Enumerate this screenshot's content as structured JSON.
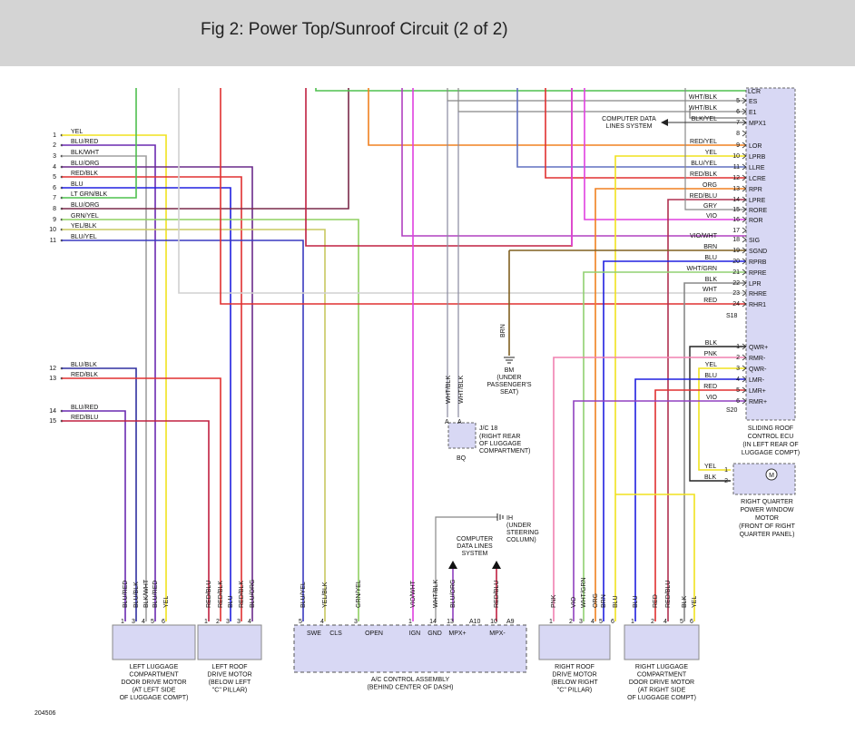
{
  "title": "Fig 2: Power Top/Sunroof Circuit (2 of 2)",
  "figure_id": "204506",
  "left_connector": [
    {
      "pin": "1",
      "wire": "YEL",
      "color": "#f0e21e"
    },
    {
      "pin": "2",
      "wire": "BLU/RED",
      "color": "#6a2ab0"
    },
    {
      "pin": "3",
      "wire": "BLK/WHT",
      "color": "#9a9a9a"
    },
    {
      "pin": "4",
      "wire": "BLU/ORG",
      "color": "#6a2a8a"
    },
    {
      "pin": "5",
      "wire": "RED/BLK",
      "color": "#e03030"
    },
    {
      "pin": "6",
      "wire": "BLU",
      "color": "#2020e0"
    },
    {
      "pin": "7",
      "wire": "LT GRN/BLK",
      "color": "#4fc04f"
    },
    {
      "pin": "8",
      "wire": "BLU/ORG",
      "color": "#7a2a4a"
    },
    {
      "pin": "9",
      "wire": "GRN/YEL",
      "color": "#8fd060"
    },
    {
      "pin": "10",
      "wire": "YEL/BLK",
      "color": "#c8c860"
    },
    {
      "pin": "11",
      "wire": "BLU/YEL",
      "color": "#3a3ac0"
    },
    {
      "pin": "12",
      "wire": "BLU/BLK",
      "color": "#4040b0"
    },
    {
      "pin": "13",
      "wire": "RED/BLK",
      "color": "#e03030"
    },
    {
      "pin": "14",
      "wire": "BLU/RED",
      "color": "#6a2ab0"
    },
    {
      "pin": "15",
      "wire": "RED/BLU",
      "color": "#d02070"
    }
  ],
  "ecu_s18": [
    {
      "pin": "5",
      "wire": "WHT/BLK",
      "term": "ES"
    },
    {
      "pin": "6",
      "wire": "WHT/BLK",
      "term": "E1"
    },
    {
      "pin": "7",
      "wire": "BLK/YEL",
      "term": "MPX1"
    },
    {
      "pin": "8",
      "wire": "",
      "term": ""
    },
    {
      "pin": "9",
      "wire": "RED/YEL",
      "term": "LOR"
    },
    {
      "pin": "10",
      "wire": "YEL",
      "term": "LPRB"
    },
    {
      "pin": "11",
      "wire": "BLU/YEL",
      "term": "LLRE"
    },
    {
      "pin": "12",
      "wire": "RED/BLK",
      "term": "LCRE"
    },
    {
      "pin": "13",
      "wire": "ORG",
      "term": "RPR"
    },
    {
      "pin": "14",
      "wire": "RED/BLU",
      "term": "LPRE"
    },
    {
      "pin": "15",
      "wire": "GRY",
      "term": "RORE"
    },
    {
      "pin": "16",
      "wire": "VIO",
      "term": "ROR"
    },
    {
      "pin": "17",
      "wire": "",
      "term": ""
    },
    {
      "pin": "18",
      "wire": "VIO/WHT",
      "term": "SIG"
    },
    {
      "pin": "19",
      "wire": "BRN",
      "term": "SGND"
    },
    {
      "pin": "20",
      "wire": "BLU",
      "term": "RPRB"
    },
    {
      "pin": "21",
      "wire": "WHT/GRN",
      "term": "RPRE"
    },
    {
      "pin": "22",
      "wire": "BLK",
      "term": "LPR"
    },
    {
      "pin": "23",
      "wire": "WHT",
      "term": "RHRE"
    },
    {
      "pin": "24",
      "wire": "RED",
      "term": "RHR1"
    }
  ],
  "ecu_top_term": "LCR",
  "ecu_s18_label": "S18",
  "ecu_s20": [
    {
      "pin": "1",
      "wire": "BLK",
      "term": "QWR+"
    },
    {
      "pin": "2",
      "wire": "PNK",
      "term": "RMR-"
    },
    {
      "pin": "3",
      "wire": "YEL",
      "term": "QWR-"
    },
    {
      "pin": "4",
      "wire": "BLU",
      "term": "LMR-"
    },
    {
      "pin": "5",
      "wire": "RED",
      "term": "LMR+"
    },
    {
      "pin": "6",
      "wire": "VIO",
      "term": "RMR+"
    }
  ],
  "ecu_s20_label": "S20",
  "ecu_label": [
    "SLIDING ROOF",
    "CONTROL ECU",
    "(IN LEFT REAR OF",
    "LUGGAGE COMPT)"
  ],
  "computer_data_top": [
    "COMPUTER DATA",
    "LINES SYSTEM"
  ],
  "ground_bm": {
    "wire": "BRN",
    "name": "BM",
    "desc": [
      "(UNDER",
      "PASSENGER'S",
      "SEAT)"
    ]
  },
  "jc18": {
    "wire1": "WHT/BLK",
    "wire2": "WHT/BLK",
    "pinA": "A",
    "pinA2": "A",
    "name": "J/C 18",
    "desc": [
      "(RIGHT REAR",
      "OF LUGGAGE",
      "COMPARTMENT)"
    ],
    "ground": "BQ"
  },
  "ground_ih": {
    "name": "IH",
    "desc": [
      "(UNDER",
      "STEERING",
      "COLUMN)"
    ]
  },
  "computer_data_mid": [
    "COMPUTER",
    "DATA LINES",
    "SYSTEM"
  ],
  "qw_motor": {
    "pins": [
      {
        "pin": "1",
        "wire": "YEL"
      },
      {
        "pin": "2",
        "wire": "BLK"
      }
    ],
    "label": [
      "RIGHT QUARTER",
      "POWER WINDOW",
      "MOTOR",
      "(FRONT OF RIGHT",
      "QUARTER PANEL)"
    ]
  },
  "bottom_components": [
    {
      "id": "left-luggage",
      "label": [
        "LEFT LUGGAGE",
        "COMPARTMENT",
        "DOOR DRIVE MOTOR",
        "(AT LEFT SIDE",
        "OF LUGGAGE COMPT)"
      ],
      "wires": [
        "BLU/RED",
        "BLU/BLK",
        "BLK/WHT",
        "BLU/RED",
        "YEL"
      ],
      "pins": [
        "1",
        "3",
        "4",
        "5",
        "6"
      ]
    },
    {
      "id": "left-roof",
      "label": [
        "LEFT ROOF",
        "DRIVE MOTOR",
        "(BELOW LEFT",
        "\"C\" PILLAR)"
      ],
      "wires": [
        "RED/BLU",
        "RED/BLK",
        "BLU",
        "RED/BLK",
        "BLU/ORG"
      ],
      "pins": [
        "1",
        "2",
        "3",
        "3",
        "4"
      ]
    },
    {
      "id": "ac-control",
      "label": [
        "A/C CONTROL ASSEMBLY",
        "(BEHIND CENTER OF DASH)"
      ],
      "wires": [
        "BLU/YEL",
        "YEL/BLK",
        "GRN/YEL",
        "VIO/WHT",
        "WHT/BLK",
        "BLU/ORG",
        "RED/BLU"
      ],
      "pins": [
        "5",
        "4",
        "3",
        "1",
        "14",
        "13",
        "10"
      ],
      "terms": [
        "SWE",
        "CLS",
        "OPEN",
        "IGN",
        "GND",
        "MPX+",
        "MPX-"
      ],
      "conn": [
        "A10",
        "A9"
      ]
    },
    {
      "id": "right-roof",
      "label": [
        "RIGHT ROOF",
        "DRIVE MOTOR",
        "(BELOW RIGHT",
        "\"C\" PILLAR)"
      ],
      "wires": [
        "PNK",
        "VIO",
        "WHT/GRN",
        "ORG",
        "BRN",
        "BLU"
      ],
      "pins": [
        "1",
        "2",
        "3",
        "4",
        "5",
        "6"
      ]
    },
    {
      "id": "right-luggage",
      "label": [
        "RIGHT LUGGAGE",
        "COMPARTMENT",
        "DOOR DRIVE MOTOR",
        "(AT RIGHT SIDE",
        "OF LUGGAGE COMPT)"
      ],
      "wires": [
        "BLU",
        "RED",
        "RED/BLU",
        "BLK",
        "YEL"
      ],
      "pins": [
        "1",
        "2",
        "4",
        "5",
        "6"
      ]
    }
  ]
}
